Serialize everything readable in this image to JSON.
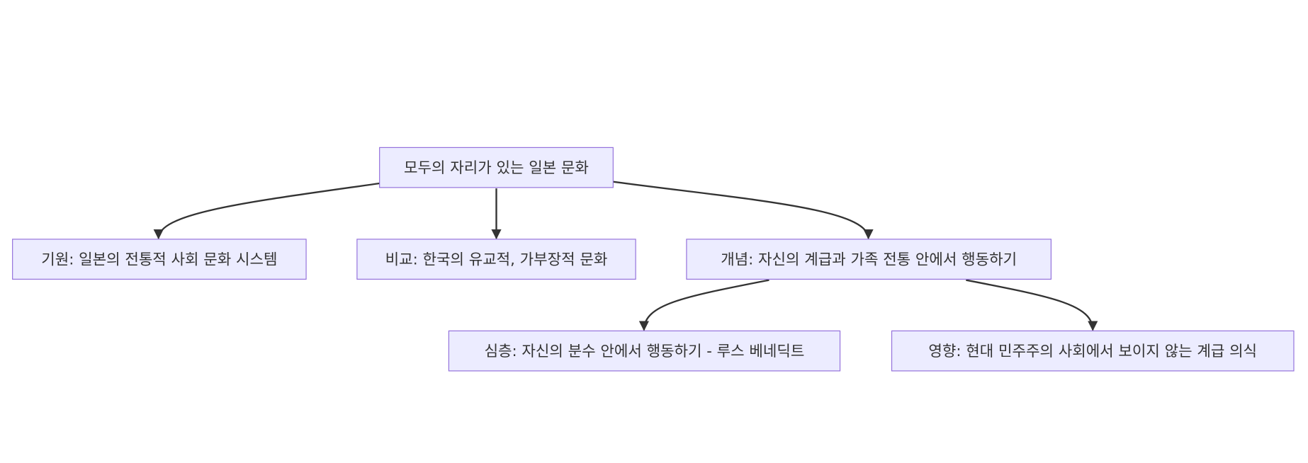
{
  "diagram": {
    "type": "flowchart",
    "colors": {
      "node_fill": "#ECECFF",
      "node_stroke": "#9370DB",
      "edge": "#333333",
      "text": "#333333"
    },
    "nodes": {
      "root": "모두의 자리가 있는 일본 문화",
      "origin": "기원: 일본의 전통적 사회 문화 시스템",
      "compare": "비교: 한국의 유교적, 가부장적 문화",
      "concept": "개념: 자신의 계급과 가족 전통 안에서 행동하기",
      "deep": "심층: 자신의 분수 안에서 행동하기 - 루스 베네딕트",
      "impact": "영향: 현대 민주주의 사회에서 보이지 않는 계급 의식"
    },
    "edges": [
      {
        "from": "root",
        "to": "origin"
      },
      {
        "from": "root",
        "to": "compare"
      },
      {
        "from": "root",
        "to": "concept"
      },
      {
        "from": "concept",
        "to": "deep"
      },
      {
        "from": "concept",
        "to": "impact"
      }
    ]
  }
}
